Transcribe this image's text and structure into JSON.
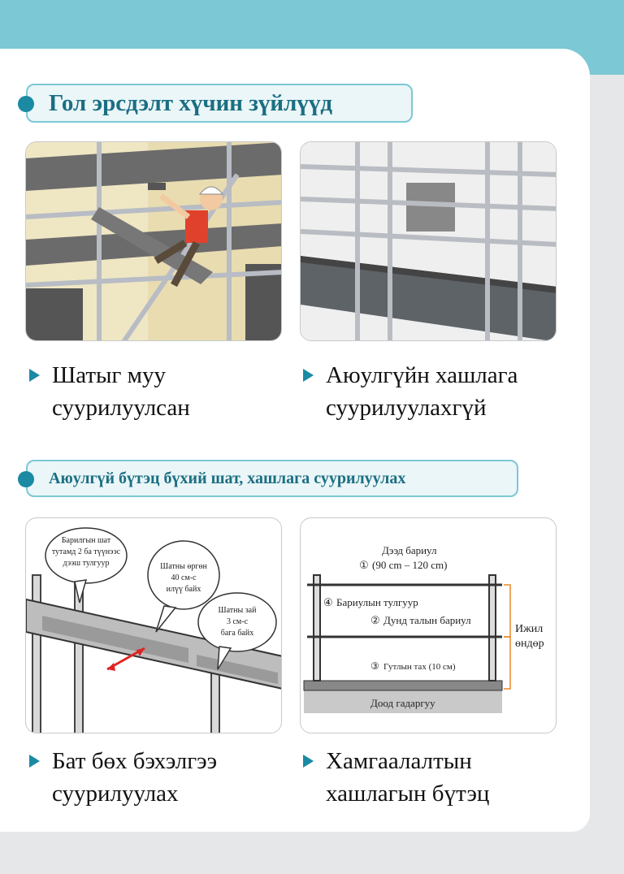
{
  "section1": {
    "title": "Гол эрсдэлт хүчин зүйлүүд"
  },
  "captions": {
    "c1": "Шатыг муу суурилуулсан",
    "c2": "Аюулгүйн хашлага суурилуулахгүй",
    "c3": "Бат бөх бэхэлгээ суурилуулах",
    "c4": "Хамгаалалтын хашлагын бүтэц"
  },
  "section2": {
    "title": "Аюулгүй бүтэц бүхий шат, хашлага суурилуулах"
  },
  "bubbles": {
    "b1": [
      "Барилгын шат",
      "тутамд 2 ба түүнээс",
      "дээш тулгуур"
    ],
    "b2": [
      "Шатны өргөн",
      "40 см-с",
      "илүү байх"
    ],
    "b3": [
      "Шатны зай",
      "3 см-с",
      "бага байх"
    ]
  },
  "guardrail": {
    "top_rail": "Дээд бариул",
    "top_rail_num": "①",
    "top_rail_height": "(90 cm – 120 cm)",
    "post_num": "④",
    "post": "Бариулын тулгуур",
    "mid_num": "②",
    "mid_rail": "Дунд талын бариул",
    "toe_num": "③",
    "toe_board": "Гутлын тах (10 см)",
    "floor": "Доод гадаргуу",
    "equal_height_1": "Ижил",
    "equal_height_2": "өндөр"
  },
  "colors": {
    "accent": "#1b8aa3",
    "band": "#7cc8d4",
    "head_text": "#1b6e82"
  }
}
